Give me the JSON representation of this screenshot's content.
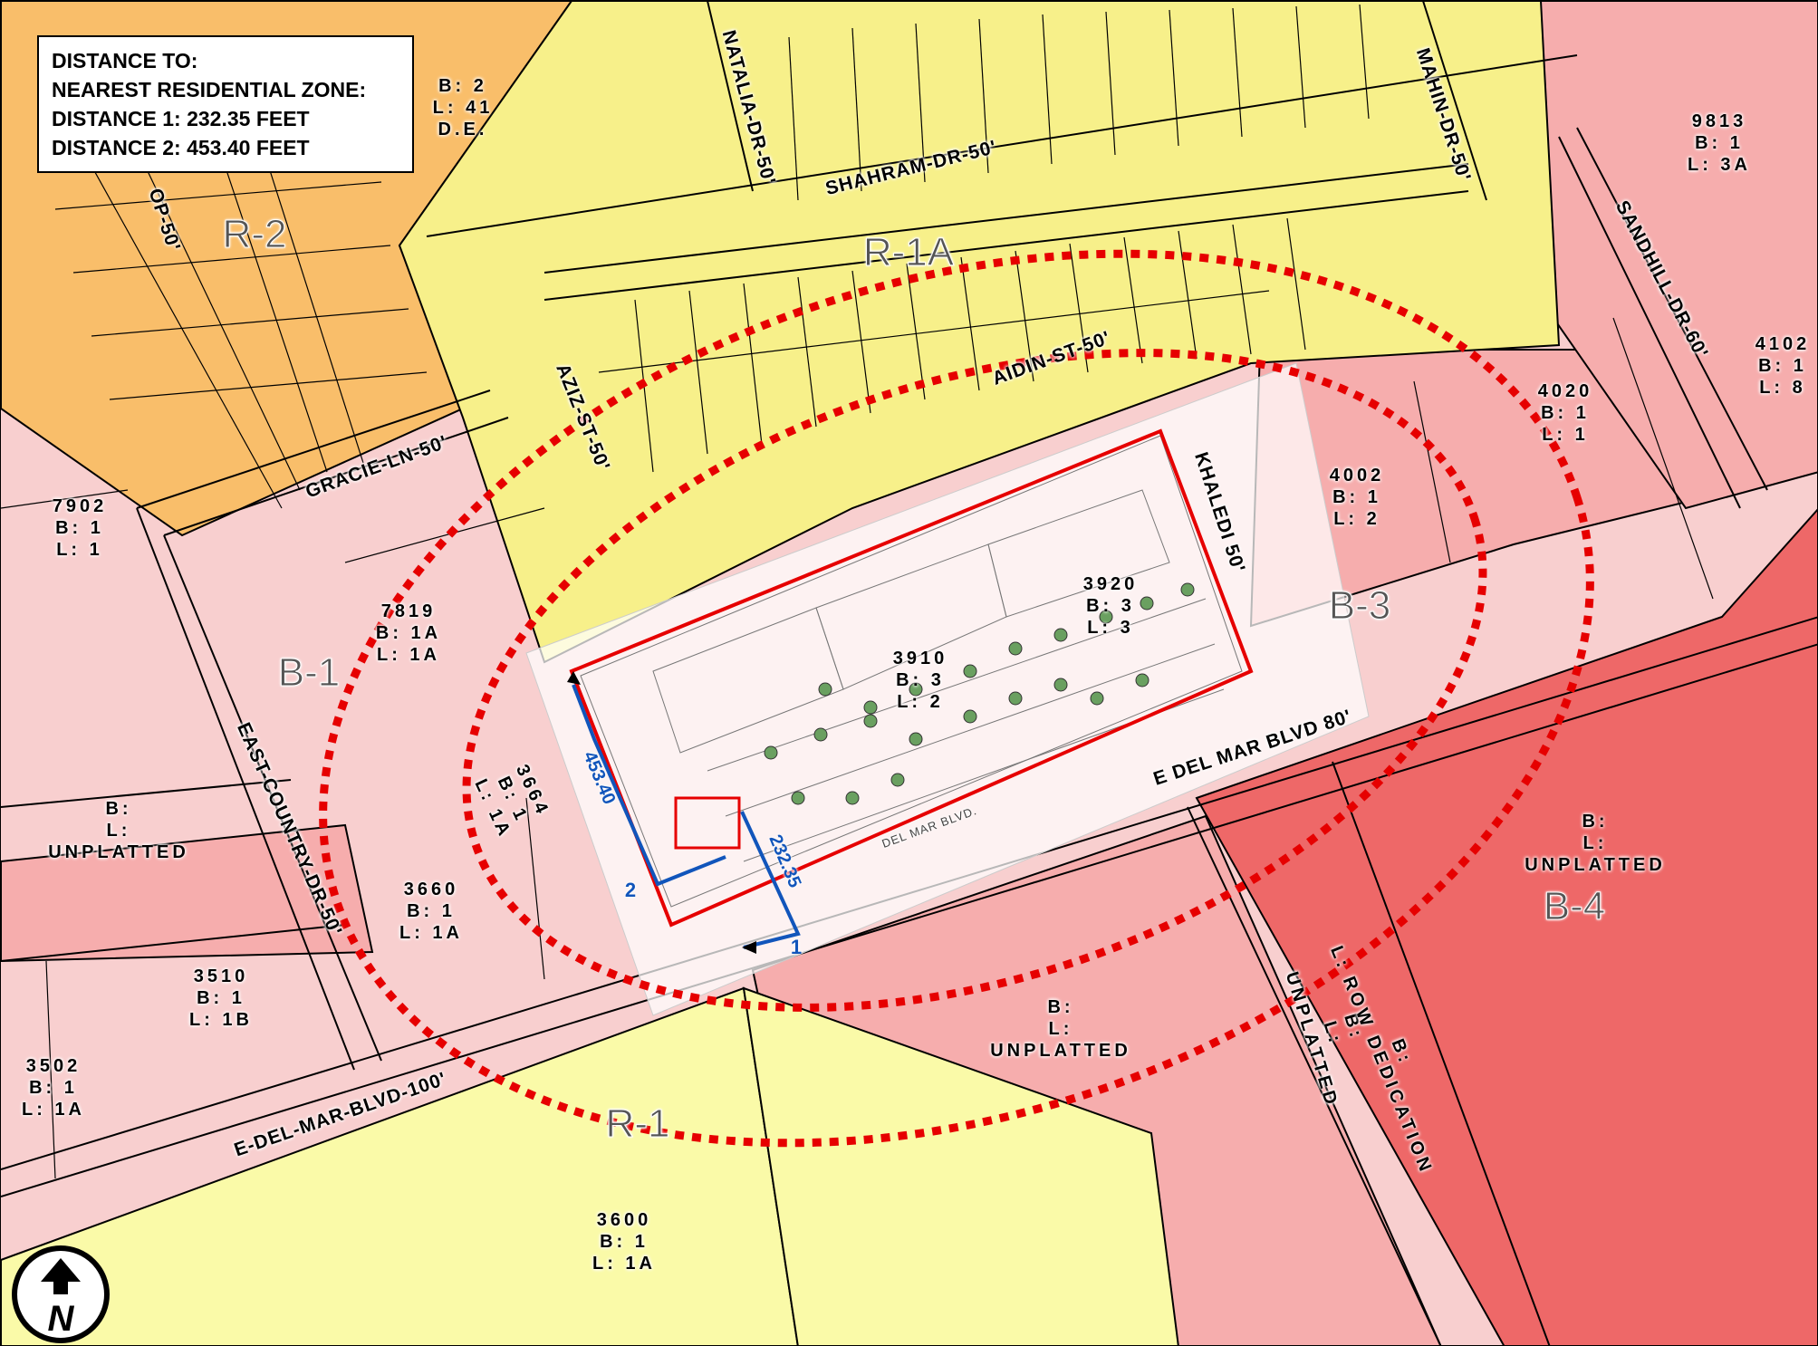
{
  "legend": {
    "line1": "DISTANCE TO:",
    "line2": "NEAREST RESIDENTIAL ZONE:",
    "line3": "DISTANCE 1: 232.35 FEET",
    "line4": "DISTANCE 2: 453.40 FEET"
  },
  "zones": {
    "r2": "R-2",
    "r1a": "R-1A",
    "b1": "B-1",
    "b3": "B-3",
    "b4": "B-4",
    "r1": "R-1"
  },
  "streets": {
    "op": "OP-50'",
    "natalia": "NATALIA-DR-50'",
    "shahram": "SHAHRAM-DR-50'",
    "mahin": "MAHIN-DR-50'",
    "sandhill": "SANDHILL-DR-60'",
    "aidin": "AIDIN-ST-50'",
    "aziz": "AZIZ-ST-50'",
    "gracie": "GRACIE-LN-50'",
    "khaledi": "KHALEDI 50'",
    "edelmar80": "E DEL MAR BLVD 80'",
    "eastcountry": "EAST-COUNTRY-DR-50'",
    "edelmar100": "E-DEL-MAR-BLVD-100'"
  },
  "parcels": {
    "p_de": {
      "b": "B: 2",
      "l": "L: 41",
      "x": "D.E."
    },
    "p9813": {
      "id": "9813",
      "b": "B: 1",
      "l": "L: 3A"
    },
    "p4102": {
      "id": "4102",
      "b": "B: 1",
      "l": "L: 8"
    },
    "p4020": {
      "id": "4020",
      "b": "B: 1",
      "l": "L: 1"
    },
    "p4002": {
      "id": "4002",
      "b": "B: 1",
      "l": "L: 2"
    },
    "p7902": {
      "id": "7902",
      "b": "B: 1",
      "l": "L: 1"
    },
    "p7819": {
      "id": "7819",
      "b": "B: 1A",
      "l": "L: 1A"
    },
    "p3920": {
      "id": "3920",
      "b": "B: 3",
      "l": "L: 3"
    },
    "p3910": {
      "id": "3910",
      "b": "B: 3",
      "l": "L: 2"
    },
    "p3664": {
      "id": "3664",
      "b": "B: 1",
      "l": "L: 1A"
    },
    "p3660": {
      "id": "3660",
      "b": "B: 1",
      "l": "L: 1A"
    },
    "p3510": {
      "id": "3510",
      "b": "B: 1",
      "l": "L: 1B"
    },
    "p3502": {
      "id": "3502",
      "b": "B: 1",
      "l": "L: 1A"
    },
    "p3600": {
      "id": "3600",
      "b": "B: 1",
      "l": "L: 1A"
    },
    "pu_left": {
      "b": "B:",
      "l": "L:",
      "x": "UNPLATTED"
    },
    "pu_center": {
      "b": "B:",
      "l": "L:",
      "x": "UNPLATTED"
    },
    "pu_right": {
      "b": "B:",
      "l": "L:",
      "x": "UNPLATTED"
    },
    "pu_row": {
      "b": "B:",
      "l": "L: ROW DEDICATION"
    },
    "pu_b4": {
      "b": "B:",
      "l": "L:",
      "x": "UNPLATTED"
    }
  },
  "dimensions": {
    "d453": "453.40",
    "d232": "232.35",
    "n1": "1",
    "n2": "2"
  },
  "site_labels": {
    "delmar": "DEL MAR BLVD."
  },
  "colors": {
    "r2": "#f9be6a",
    "r1a": "#f7f08a",
    "r1": "#fafaa8",
    "b1": "#f8cfcf",
    "b3": "#f6adad",
    "b4": "#ee6868",
    "buffer": "#e60000",
    "dimension": "#1155bb"
  }
}
